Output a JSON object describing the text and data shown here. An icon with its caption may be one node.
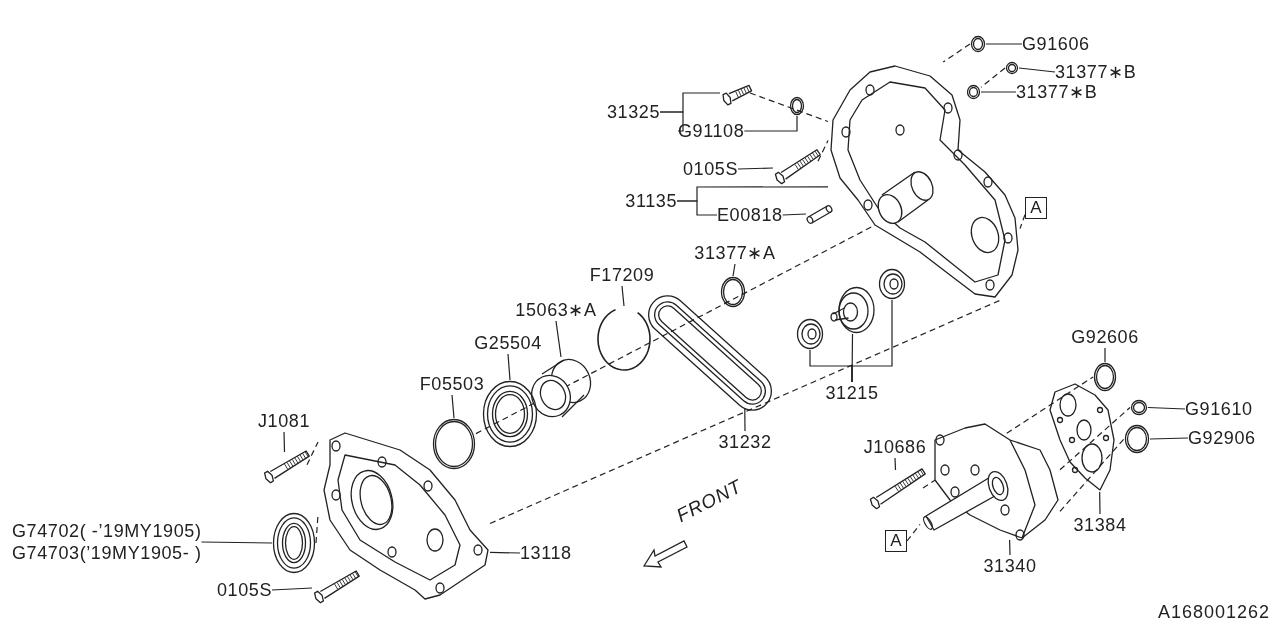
{
  "diagram": {
    "nodes": [
      {
        "text": [
          "G91606"
        ]
      },
      {
        "text": [],
        "shape": "picture"
      },
      {
        "text": [
          "31377∗B"
        ]
      },
      {
        "text": [],
        "shape": "picture"
      },
      {
        "text": [
          "31377∗B"
        ]
      },
      {
        "text": [],
        "shape": "picture"
      },
      {
        "text": [
          "31325"
        ]
      },
      {
        "text": [],
        "shape": "picture"
      },
      {
        "text": [
          "G91108"
        ]
      },
      {
        "text": [],
        "shape": "picture"
      },
      {
        "text": [
          "0105S"
        ]
      },
      {
        "text": [],
        "shape": "picture"
      },
      {
        "text": [
          "31135"
        ]
      },
      {
        "text": [],
        "shape": "picture"
      },
      {
        "text": [
          "E00818"
        ]
      },
      {
        "text": [],
        "shape": "picture"
      },
      {
        "text": [
          "A"
        ]
      },
      {
        "text": [
          "31377∗A"
        ]
      },
      {
        "text": [],
        "shape": "picture"
      },
      {
        "text": [
          "F17209"
        ]
      },
      {
        "text": [],
        "shape": "picture"
      },
      {
        "text": [
          "15063∗A"
        ]
      },
      {
        "text": [],
        "shape": "picture"
      },
      {
        "text": [
          "G25504"
        ]
      },
      {
        "text": [],
        "shape": "picture"
      },
      {
        "text": [
          "F05503"
        ]
      },
      {
        "text": [],
        "shape": "picture"
      },
      {
        "text": [],
        "shape": "picture"
      },
      {
        "text": [
          "31232"
        ]
      },
      {
        "text": [],
        "shape": "picture"
      },
      {
        "text": [],
        "shape": "picture"
      },
      {
        "text": [],
        "shape": "picture"
      },
      {
        "text": [
          "31215"
        ]
      },
      {
        "text": [
          "J1081"
        ]
      },
      {
        "text": [],
        "shape": "picture"
      },
      {
        "text": [
          "G74702( -’19MY1905)",
          "G74703(’19MY1905- )"
        ]
      },
      {
        "text": [],
        "shape": "picture"
      },
      {
        "text": [],
        "shape": "picture"
      },
      {
        "text": [
          "13118"
        ]
      },
      {
        "text": [
          "0105S"
        ]
      },
      {
        "text": [],
        "shape": "picture"
      },
      {
        "text": [
          "G92606"
        ]
      },
      {
        "text": [],
        "shape": "picture"
      },
      {
        "text": [
          "G91610"
        ]
      },
      {
        "text": [],
        "shape": "picture"
      },
      {
        "text": [
          "G92906"
        ]
      },
      {
        "text": [],
        "shape": "picture"
      },
      {
        "text": [
          "J10686"
        ]
      },
      {
        "text": [],
        "shape": "picture"
      },
      {
        "text": [],
        "shape": "picture"
      },
      {
        "text": [
          "31384"
        ]
      },
      {
        "text": [
          "A"
        ]
      },
      {
        "text": [],
        "shape": "picture"
      },
      {
        "text": [
          "31340"
        ]
      }
    ],
    "edges": [
      {
        "from": 0,
        "to": 1,
        "arrow": "none"
      },
      {
        "from": 2,
        "to": 3,
        "arrow": "none"
      },
      {
        "from": 4,
        "to": 5,
        "arrow": "none"
      },
      {
        "from": 6,
        "to": 7,
        "arrow": "none"
      },
      {
        "from": 6,
        "to": 8,
        "arrow": "none"
      },
      {
        "from": 8,
        "to": 9,
        "arrow": "none"
      },
      {
        "from": 10,
        "to": 11,
        "arrow": "none"
      },
      {
        "from": 12,
        "to": 13,
        "arrow": "none"
      },
      {
        "from": 12,
        "to": 14,
        "arrow": "none"
      },
      {
        "from": 14,
        "to": 15,
        "arrow": "none"
      },
      {
        "from": 16,
        "to": 13,
        "arrow": "none",
        "style": "dashed"
      },
      {
        "from": 17,
        "to": 18,
        "arrow": "none"
      },
      {
        "from": 19,
        "to": 20,
        "arrow": "none"
      },
      {
        "from": 21,
        "to": 22,
        "arrow": "none"
      },
      {
        "from": 23,
        "to": 24,
        "arrow": "none"
      },
      {
        "from": 25,
        "to": 26,
        "arrow": "none"
      },
      {
        "from": 28,
        "to": 27,
        "arrow": "none"
      },
      {
        "from": 32,
        "to": 30,
        "arrow": "none"
      },
      {
        "from": 32,
        "to": 29,
        "arrow": "none"
      },
      {
        "from": 32,
        "to": 31,
        "arrow": "none"
      },
      {
        "from": 33,
        "to": 34,
        "arrow": "none"
      },
      {
        "from": 35,
        "to": 36,
        "arrow": "none"
      },
      {
        "from": 38,
        "to": 37,
        "arrow": "none"
      },
      {
        "from": 39,
        "to": 40,
        "arrow": "none"
      },
      {
        "from": 41,
        "to": 42,
        "arrow": "none"
      },
      {
        "from": 43,
        "to": 44,
        "arrow": "none"
      },
      {
        "from": 45,
        "to": 46,
        "arrow": "none"
      },
      {
        "from": 47,
        "to": 48,
        "arrow": "none"
      },
      {
        "from": 50,
        "to": 49,
        "arrow": "none"
      },
      {
        "from": 53,
        "to": 52,
        "arrow": "none"
      },
      {
        "from": 51,
        "to": 52,
        "arrow": "none",
        "style": "dashed"
      },
      {
        "from": 26,
        "to": 13,
        "arrow": "none",
        "style": "dashed"
      },
      {
        "from": 37,
        "to": 13,
        "arrow": "none",
        "style": "dashed"
      },
      {
        "from": 7,
        "to": 13,
        "arrow": "none",
        "style": "dashed"
      },
      {
        "from": 1,
        "to": 13,
        "arrow": "none",
        "style": "dashed"
      },
      {
        "from": 3,
        "to": 5,
        "arrow": "none",
        "style": "dashed"
      },
      {
        "from": 11,
        "to": 13,
        "arrow": "none",
        "style": "dashed"
      },
      {
        "from": 34,
        "to": 37,
        "arrow": "none",
        "style": "dashed"
      },
      {
        "from": 36,
        "to": 37,
        "arrow": "none",
        "style": "dashed"
      },
      {
        "from": 48,
        "to": 42,
        "arrow": "none",
        "style": "dashed"
      },
      {
        "from": 52,
        "to": 44,
        "arrow": "none",
        "style": "dashed"
      },
      {
        "from": 52,
        "to": 46,
        "arrow": "none",
        "style": "dashed"
      }
    ],
    "labels": [
      "FRONT",
      "A168001262"
    ]
  }
}
